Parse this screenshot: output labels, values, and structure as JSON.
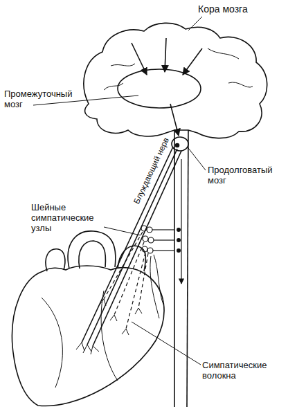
{
  "diagram": {
    "labels": [
      "Кора мозга",
      "Промежуточный мозг",
      "Продолговатый мозг",
      "Блуждающий нерв",
      "Шейные симпатические узлы",
      "Симпатические волокна"
    ]
  }
}
